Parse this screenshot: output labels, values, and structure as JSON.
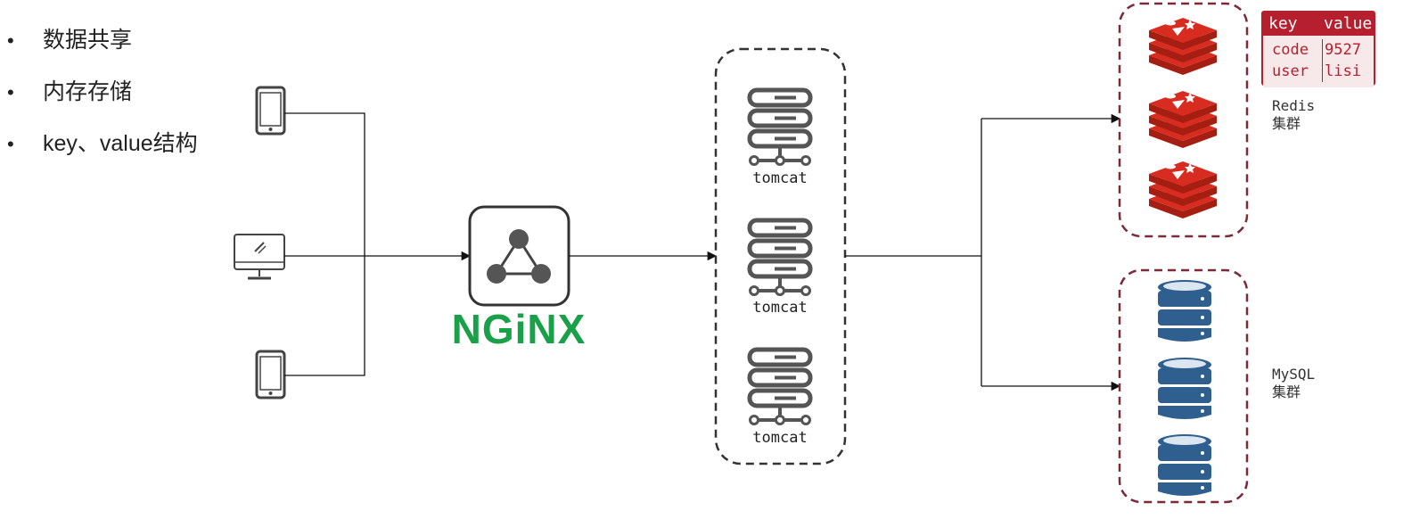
{
  "bullets": [
    "数据共享",
    "内存存储",
    "key、value结构"
  ],
  "nginx": {
    "logo_text": "NGiNX",
    "color": "#1aa049"
  },
  "tomcat": {
    "labels": [
      "tomcat",
      "tomcat",
      "tomcat"
    ]
  },
  "redis": {
    "label_line1": "Redis",
    "label_line2": "集群",
    "color": "#d82c20",
    "table": {
      "headers": [
        "key",
        "value"
      ],
      "rows": [
        [
          "code",
          "9527"
        ],
        [
          "user",
          "lisi"
        ]
      ],
      "color": "#b6202e"
    }
  },
  "mysql": {
    "label_line1": "MySQL",
    "label_line2": "集群",
    "color": "#2f5f8f"
  },
  "icons": {
    "clients": [
      "phone-icon",
      "desktop-icon",
      "phone-icon"
    ],
    "gateway": "nginx-triangle-icon",
    "server": "server-rack-icon",
    "redis": "redis-cube-icon",
    "mysql": "database-icon"
  },
  "colors": {
    "dashed_border": "#7b2a36",
    "server_gray": "#555555"
  }
}
